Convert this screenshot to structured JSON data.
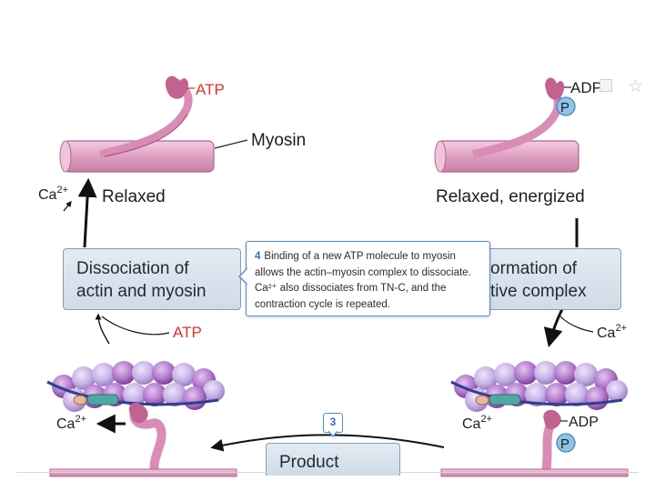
{
  "labels": {
    "atp_top": "ATP",
    "myosin": "Myosin",
    "adp_top": "ADP",
    "p_top": "P",
    "ca_left": "Ca",
    "ca_sup": "2+",
    "relaxed": "Relaxed",
    "relaxed_energized": "Relaxed, energized",
    "atp_mid": "ATP",
    "ca_right": "Ca",
    "ca_bottom_left": "Ca",
    "ca_bottom_right": "Ca",
    "adp_bottom": "ADP",
    "p_bottom": "P"
  },
  "boxes": {
    "dissociation_line1": "Dissociation of",
    "dissociation_line2": "actin and myosin",
    "formation_line1": "ormation of",
    "formation_line2": "tive complex",
    "product": "Product"
  },
  "tooltip": {
    "number": "4",
    "text": "Binding of a new ATP molecule to myosin allows the actin–myosin complex to dissociate. Ca²⁺ also dissociates from TN-C, and the contraction cycle is repeated."
  },
  "step_badge": "3",
  "colors": {
    "myosin_fill": "#e4a9c9",
    "myosin_head": "#c2628f",
    "atp_red": "#d8342b",
    "actin_purple": "#a76ac3",
    "actin_lavender": "#c6b0e2",
    "tropomyosin": "#2d3f8f",
    "phosphate_blue": "#8cc5e8",
    "box_fill": "#d9e3ee",
    "tooltip_border": "#4f8fd6"
  }
}
